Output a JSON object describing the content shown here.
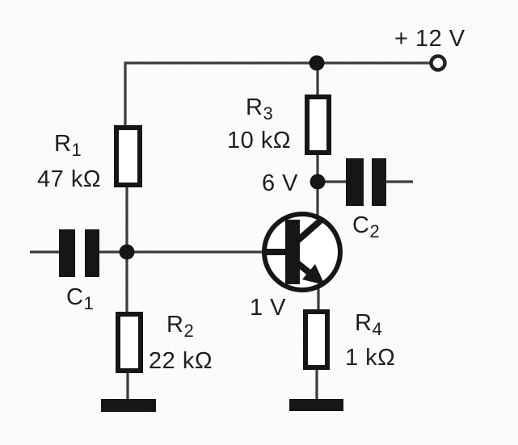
{
  "figure": {
    "kind": "transistor amplifier schematic",
    "paper_color": "#fdfdfc",
    "ink_color": "#161616",
    "wire_color": "#3c3c3c"
  },
  "power_rail": {
    "label": "+ 12 V"
  },
  "components": {
    "r1": {
      "ref": "R",
      "sub": "1",
      "value": "47 kΩ"
    },
    "r2": {
      "ref": "R",
      "sub": "2",
      "value": "22 kΩ"
    },
    "r3": {
      "ref": "R",
      "sub": "3",
      "value": "10 kΩ"
    },
    "r4": {
      "ref": "R",
      "sub": "4",
      "value": "1 kΩ"
    },
    "c1": {
      "ref": "C",
      "sub": "1"
    },
    "c2": {
      "ref": "C",
      "sub": "2"
    }
  },
  "annotations": {
    "collector_voltage": "6 V",
    "emitter_voltage": "1 V"
  }
}
